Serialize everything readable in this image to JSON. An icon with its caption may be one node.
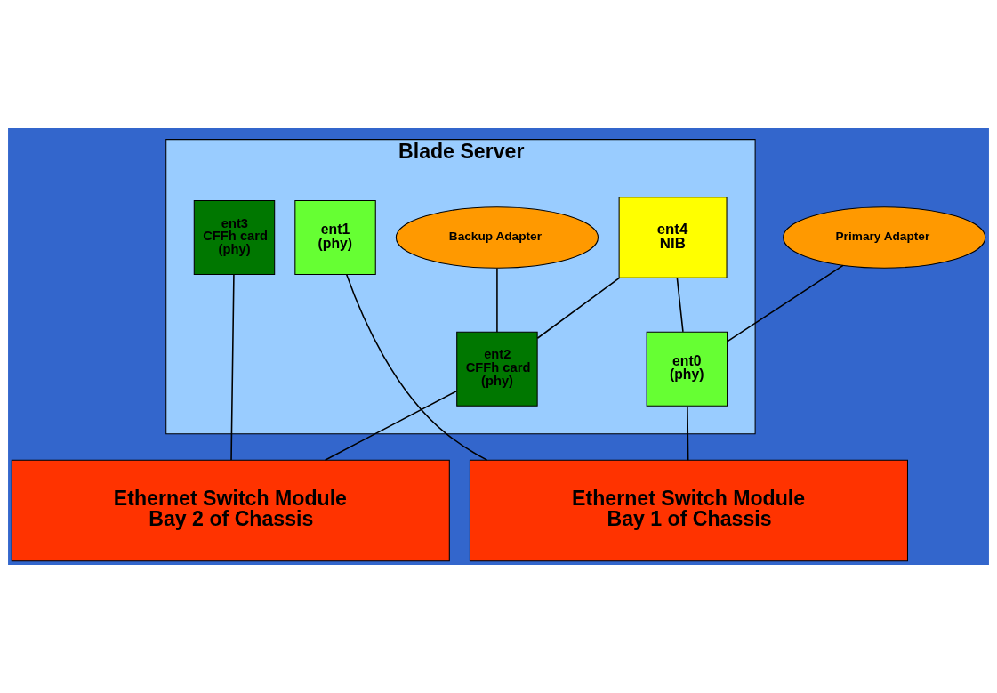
{
  "diagram": {
    "nodes": [
      {
        "text": [
          "Blade Server"
        ]
      },
      {
        "text": [
          "ent4",
          "NIB"
        ],
        "in": 0
      },
      {
        "text": [
          "ent0",
          "(phy)"
        ],
        "in": 0
      },
      {
        "text": [
          "ent1",
          "(phy)"
        ],
        "in": 0
      },
      {
        "text": [
          "ent2",
          "CFFh card",
          "(phy)"
        ],
        "in": 0
      },
      {
        "text": [
          "ent3",
          "CFFh card",
          "(phy)"
        ],
        "in": 0
      },
      {
        "text": [
          "Primary Adapter"
        ]
      },
      {
        "text": [
          "Backup Adapter"
        ],
        "in": 0
      },
      {
        "text": [
          "Ethernet Switch Module",
          "Bay 1 of Chassis"
        ]
      },
      {
        "text": [
          "Ethernet Switch Module",
          "Bay 2 of Chassis"
        ]
      }
    ],
    "edges": [
      {
        "from": 1,
        "to": 2,
        "arrow": "none"
      },
      {
        "from": 1,
        "to": 4,
        "arrow": "none"
      },
      {
        "from": 6,
        "to": 2,
        "arrow": "none"
      },
      {
        "from": 7,
        "to": 4,
        "arrow": "none"
      },
      {
        "from": 2,
        "to": 8,
        "arrow": "none"
      },
      {
        "from": 3,
        "to": 8,
        "arrow": "none"
      },
      {
        "from": 4,
        "to": 9,
        "arrow": "none"
      },
      {
        "from": 5,
        "to": 9,
        "arrow": "none"
      }
    ]
  }
}
